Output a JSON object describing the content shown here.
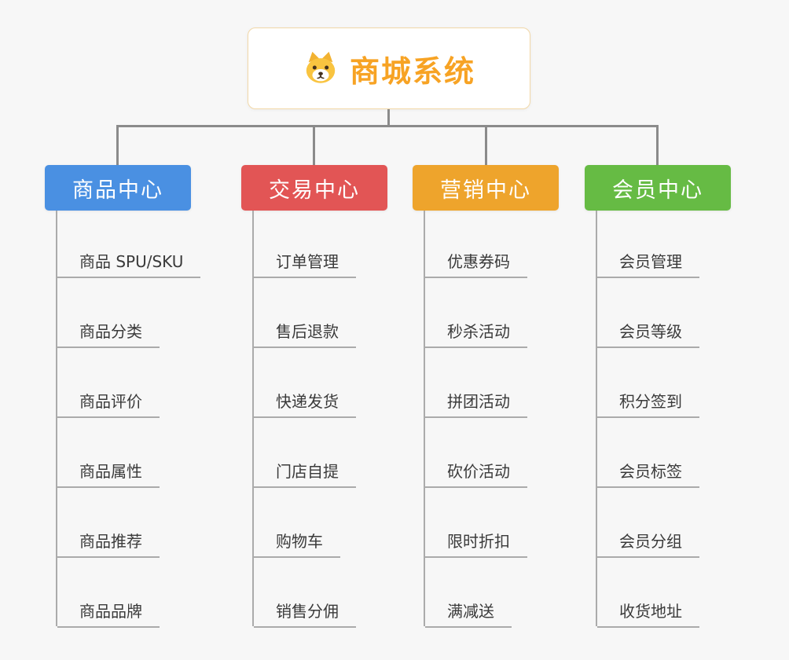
{
  "page": {
    "background_color": "#f7f7f7",
    "connector_color": "#8b8b8b",
    "child_line_color": "#ababab"
  },
  "root": {
    "title": "商城系统",
    "icon": "dog-icon",
    "title_color": "#f7a324",
    "border_color": "#f2d8a8"
  },
  "branches": [
    {
      "label": "商品中心",
      "color": "#4a90e2",
      "children": [
        "商品 SPU/SKU",
        "商品分类",
        "商品评价",
        "商品属性",
        "商品推荐",
        "商品品牌"
      ]
    },
    {
      "label": "交易中心",
      "color": "#e25555",
      "children": [
        "订单管理",
        "售后退款",
        "快递发货",
        "门店自提",
        "购物车",
        "销售分佣"
      ]
    },
    {
      "label": "营销中心",
      "color": "#eea42c",
      "children": [
        "优惠券码",
        "秒杀活动",
        "拼团活动",
        "砍价活动",
        "限时折扣",
        "满减送"
      ]
    },
    {
      "label": "会员中心",
      "color": "#66bb44",
      "children": [
        "会员管理",
        "会员等级",
        "积分签到",
        "会员标签",
        "会员分组",
        "收货地址"
      ]
    }
  ]
}
